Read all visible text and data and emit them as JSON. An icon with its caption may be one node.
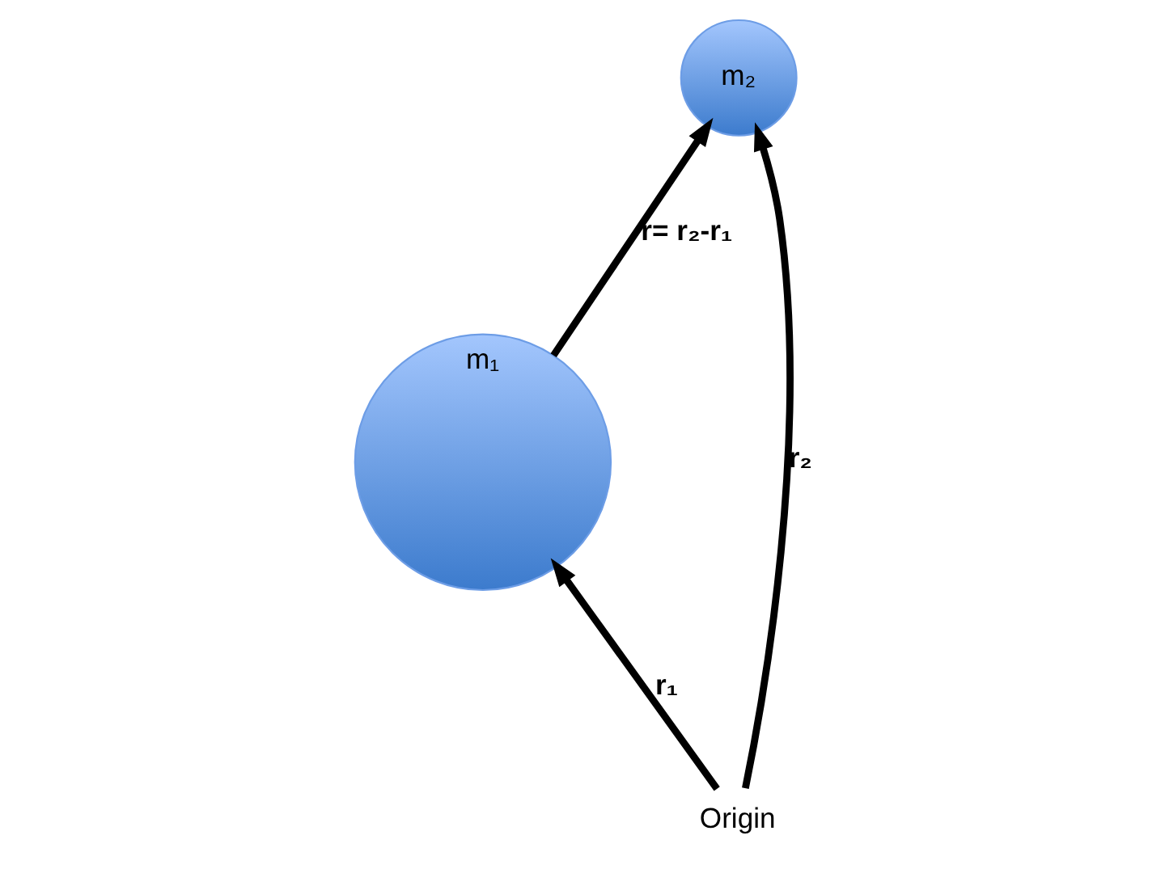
{
  "diagram": {
    "nodes": [
      {
        "text": [
          "m₁"
        ]
      },
      {
        "text": [
          "m₂"
        ]
      },
      {
        "text": [
          "Origin"
        ]
      }
    ],
    "edges": [
      {
        "from": 2,
        "to": 0,
        "arrow": "to",
        "label": "r₁"
      },
      {
        "from": 2,
        "to": 1,
        "arrow": "to",
        "label": "r₂"
      },
      {
        "from": 0,
        "to": 1,
        "arrow": "to",
        "label": "r= r₂-r₁"
      }
    ]
  }
}
